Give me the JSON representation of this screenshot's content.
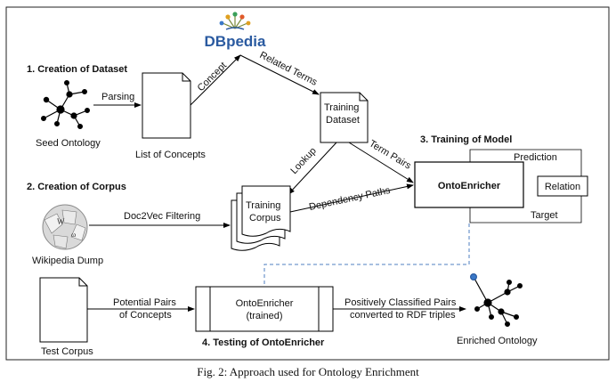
{
  "sections": {
    "dataset": "1. Creation of Dataset",
    "corpus": "2. Creation of Corpus",
    "model": "3. Training of Model",
    "testing": "4. Testing of OntoEnricher"
  },
  "nodes": {
    "dbpedia": "DBpedia",
    "seed_ontology": "Seed Ontology",
    "list_of_concepts": "List of Concepts",
    "training_dataset_line1": "Training",
    "training_dataset_line2": "Dataset",
    "ontoenricher": "OntoEnricher",
    "relation": "Relation",
    "wikipedia_dump": "Wikipedia Dump",
    "training_corpus_line1": "Training",
    "training_corpus_line2": "Corpus",
    "test_corpus": "Test Corpus",
    "ontoenricher_trained_line1": "OntoEnricher",
    "ontoenricher_trained_line2": "(trained)",
    "enriched_ontology": "Enriched Ontology"
  },
  "edges": {
    "parsing": "Parsing",
    "concept": "Concept",
    "related_terms": "Related Terms",
    "term_pairs": "Term Pairs",
    "lookup": "Lookup",
    "dependency_paths": "Dependency Paths",
    "prediction": "Prediction",
    "target": "Target",
    "doc2vec": "Doc2Vec Filtering",
    "potential_pairs_line1": "Potential Pairs",
    "potential_pairs_line2": "of Concepts",
    "positive_line1": "Positively Classified Pairs",
    "positive_line2": "converted to RDF triples"
  },
  "caption": "Fig. 2: Approach used for Ontology Enrichment",
  "colors": {
    "dbpedia_blue": "#2a5aa0",
    "dashed_link": "#4f7fc0",
    "node_blue": "#3a78c8"
  },
  "icons": [
    "ontology-graph-icon",
    "dbpedia-logo-icon",
    "wikipedia-globe-icon",
    "document-icon"
  ]
}
